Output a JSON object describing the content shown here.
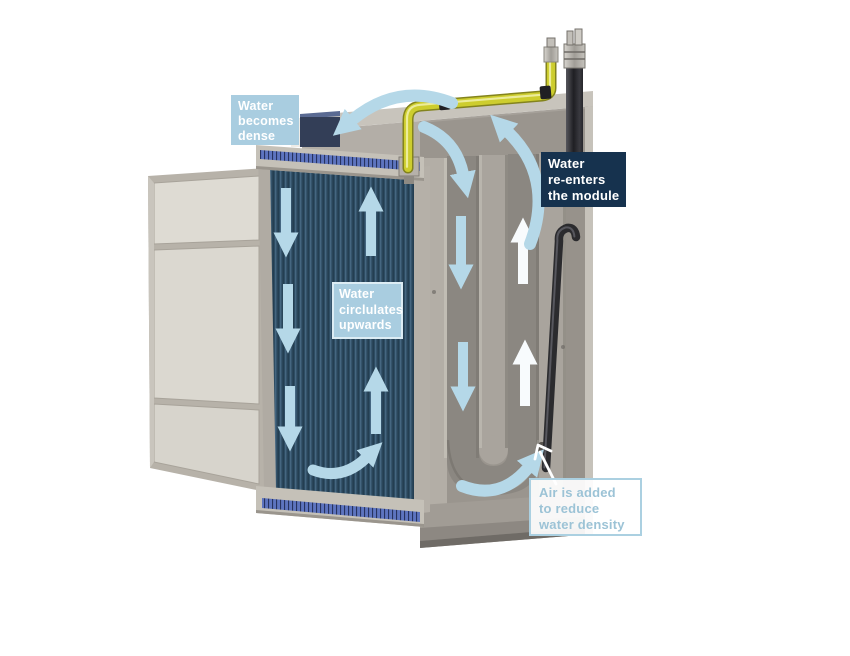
{
  "labels": {
    "becomes_dense": {
      "line1": "Water",
      "line2": "becomes",
      "line3": "dense"
    },
    "re_enters": {
      "line1": "Water",
      "line2": "re-enters",
      "line3": "the module"
    },
    "circulates": {
      "line1": "Water",
      "line2": "circlulates",
      "line3": "upwards"
    },
    "air_added": {
      "line1": "Air is added",
      "line2": "to reduce",
      "line3": "water density"
    }
  },
  "flow_arrows": {
    "membrane_downward": 3,
    "membrane_upward": 2,
    "downcomer_downward": 2,
    "riser_upward": 2,
    "curved_transition": 5,
    "air_inlet_pointer": 1
  },
  "colors": {
    "label_light_blue_bg": "#a9cde0",
    "label_navy_bg": "#16324e",
    "label_text_white": "#ffffff",
    "label_air_text": "#9cc3d6",
    "arrow_blue": "#b5d8e8",
    "arrow_white": "#f8fbfd",
    "membrane_dark_blue": "#2e4d63",
    "module_grey": "#b3aea7",
    "aerator_strip_blue": "#5d74bf",
    "pipe_yellow": "#cdcd2e",
    "pipe_dark": "#2b2b2e"
  }
}
